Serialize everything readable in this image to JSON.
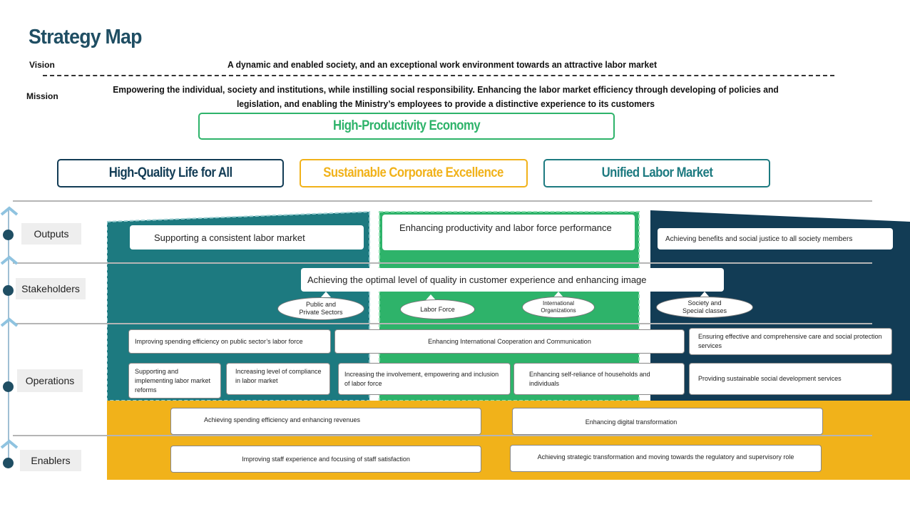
{
  "title": "Strategy Map",
  "vision": {
    "label": "Vision",
    "text": "A dynamic and enabled society, and an exceptional work environment towards an attractive labor market"
  },
  "mission": {
    "label": "Mission",
    "line1": "Empowering the individual, society and institutions, while instilling social responsibility. Enhancing the labor market efficiency through developing of policies and",
    "line2": "legislation, and enabling the Ministry’s employees to provide a distinctive experience to its customers"
  },
  "top_theme": {
    "label": "High-Productivity Economy",
    "color": "#2eb36a"
  },
  "themes": [
    {
      "label": "High-Quality Life for All",
      "color": "#123c55"
    },
    {
      "label": "Sustainable Corporate Excellence",
      "color": "#f1b21a"
    },
    {
      "label": "Unified Labor Market",
      "color": "#1d7a80"
    }
  ],
  "rows": {
    "outputs": "Outputs",
    "stakeholders": "Stakeholders",
    "operations": "Operations",
    "enablers": "Enablers"
  },
  "outputs": {
    "teal": "Supporting a consistent labor market",
    "green": "Enhancing productivity and labor force performance",
    "navy": "Achieving benefits and social justice to all society members"
  },
  "stakeholders": {
    "main": "Achieving the optimal level of quality in customer experience and enhancing image",
    "ovals": [
      {
        "line1": "Public and",
        "line2": "Private Sectors"
      },
      {
        "line1": "Labor Force",
        "line2": ""
      },
      {
        "line1": "International",
        "line2": "Organizations"
      },
      {
        "line1": "Society and",
        "line2": "Special classes"
      }
    ]
  },
  "operations": {
    "spending_public": "Improving spending efficiency on public sector’s labor force",
    "intl_coop": "Enhancing International Cooperation and Communication",
    "care_services": "Ensuring effective and comprehensive care and social protection services",
    "reforms": "Supporting and implementing labor market reforms",
    "compliance": "Increasing level of compliance in labor market",
    "involvement": "Increasing the involvement, empowering and inclusion of labor force",
    "self_reliance": "Enhancing self-reliance of households and individuals",
    "social_dev": "Providing sustainable social development services"
  },
  "enablers": {
    "spending_revenue": "Achieving spending efficiency and enhancing revenues",
    "digital": "Enhancing digital transformation",
    "staff": "Improving staff experience and focusing of staff satisfaction",
    "regulatory": "Achieving strategic transformation and moving towards the regulatory and supervisory role"
  },
  "colors": {
    "title": "#1f4e63",
    "teal": "#1d7a80",
    "green": "#2eb36a",
    "navy": "#123c55",
    "yellow": "#f1b21a"
  }
}
